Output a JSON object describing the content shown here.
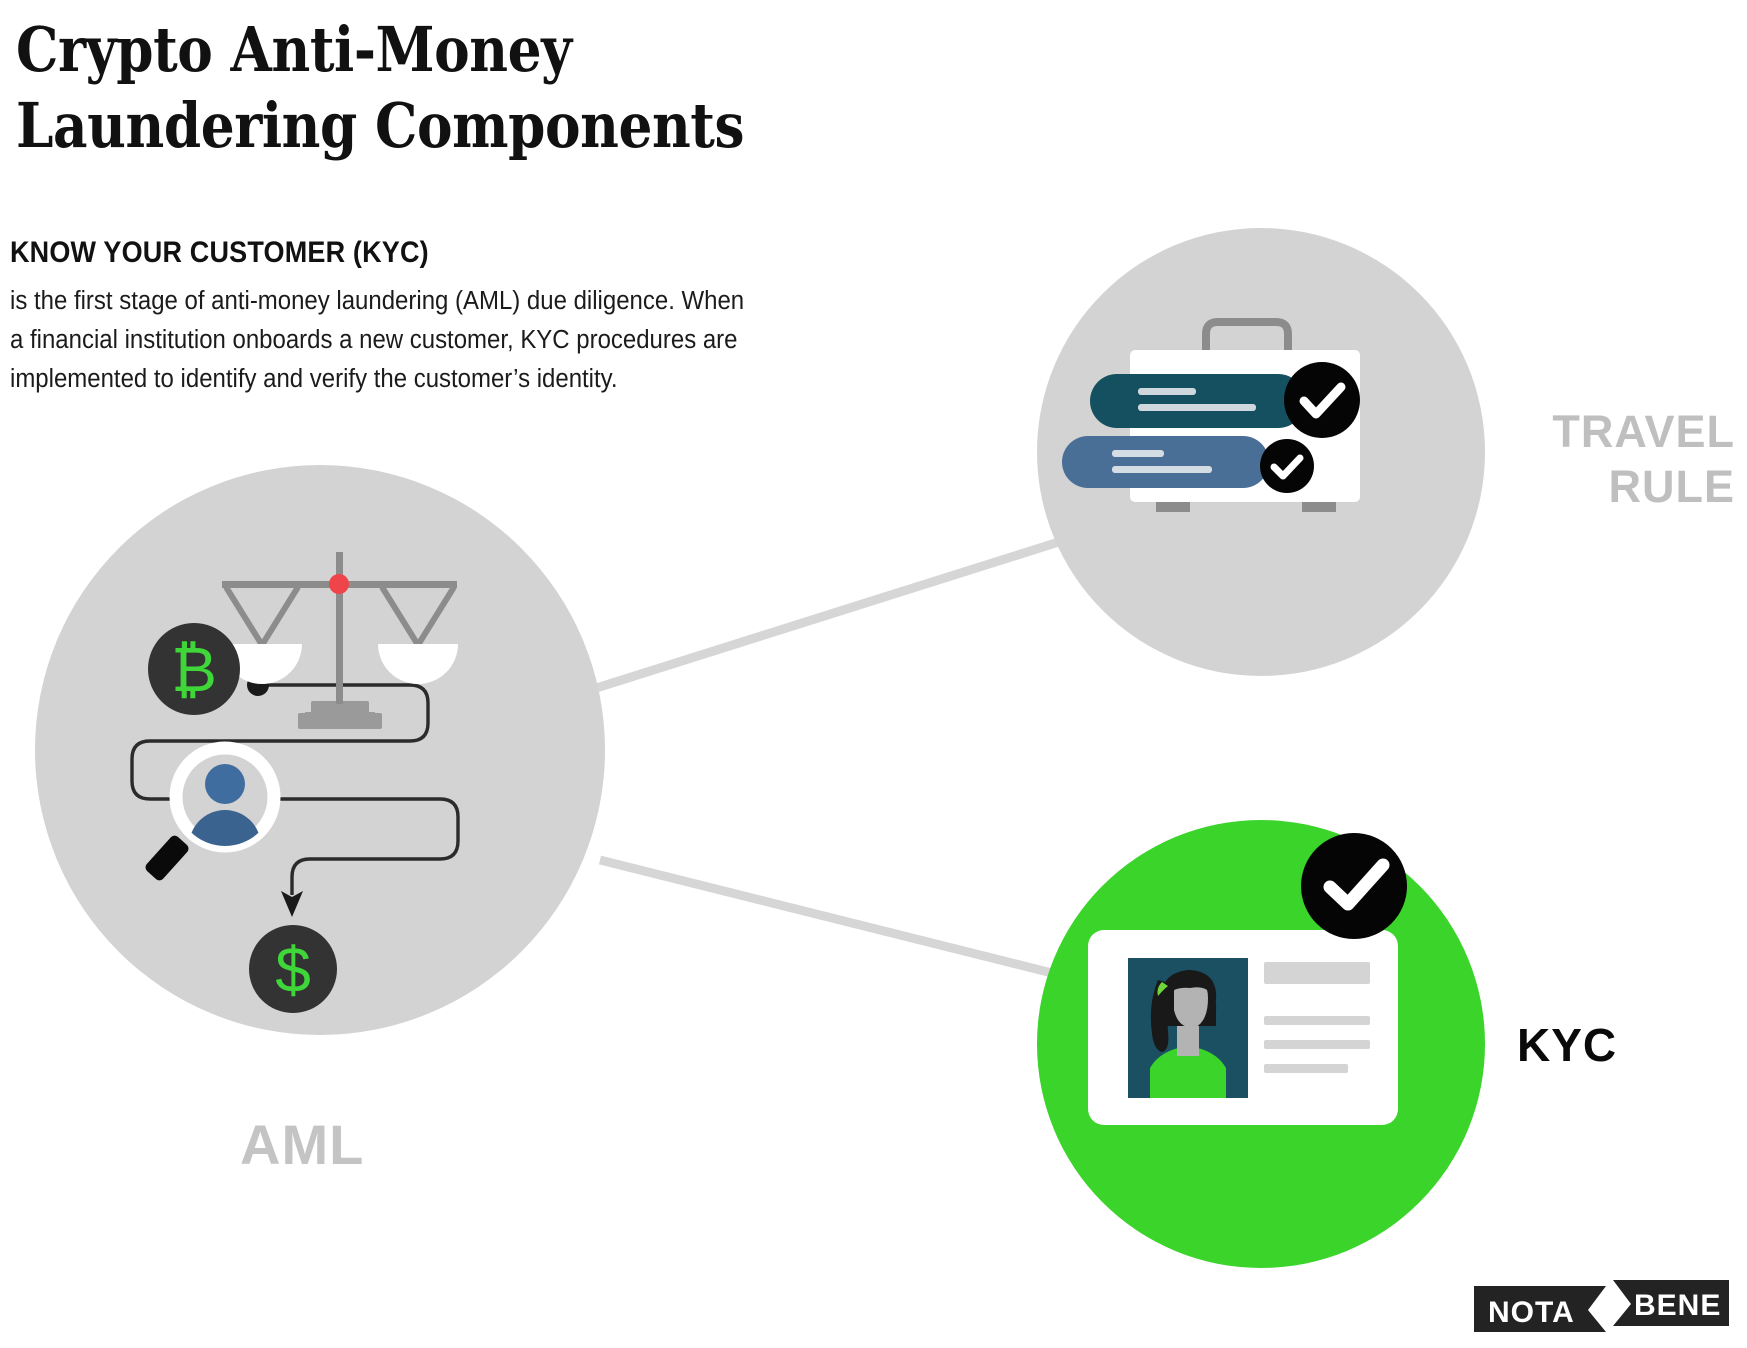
{
  "title": "Crypto Anti-Money\nLaundering Components",
  "kyc_section": {
    "heading": "KNOW YOUR CUSTOMER (KYC)",
    "body": "is the first stage of anti-money laundering (AML) due diligence. When\na financial institution onboards a new customer, KYC procedures are\nimplemented to identify and verify the customer’s identity."
  },
  "nodes": {
    "aml": {
      "label": "AML",
      "circle_color": "#d3d3d3",
      "label_color": "#c4c4c4",
      "icons": [
        "bitcoin-coin",
        "justice-scale",
        "magnifier-person",
        "dollar-coin",
        "flow-path-arrow"
      ]
    },
    "travel_rule": {
      "label": "TRAVEL\nRULE",
      "circle_color": "#d3d3d3",
      "label_color": "#bfbfbf",
      "icons": [
        "briefcase",
        "data-bar-dark-teal",
        "data-bar-steel-blue",
        "check-badge",
        "check-badge-small"
      ]
    },
    "kyc": {
      "label": "KYC",
      "circle_color": "#3ad42b",
      "label_color": "#0a0a0a",
      "icons": [
        "id-card",
        "person-portrait",
        "check-badge-large"
      ]
    }
  },
  "connectors": [
    {
      "name": "aml-to-travel-rule",
      "color": "#d6d6d6"
    },
    {
      "name": "aml-to-kyc",
      "color": "#d6d6d6"
    }
  ],
  "logo": {
    "word_one": "NOTA",
    "word_two": "BENE"
  },
  "palette": {
    "brand_green": "#3ad42b",
    "icon_green": "#3fd63a",
    "dark_circle": "#333333",
    "dark_teal": "#14505f",
    "steel_blue": "#4a6f96",
    "portrait_bg": "#1b4f62",
    "grey_circle": "#d3d3d3",
    "line_grey": "#d6d6d6",
    "red_pivot": "#f0444b",
    "black": "#0a0a0a"
  }
}
